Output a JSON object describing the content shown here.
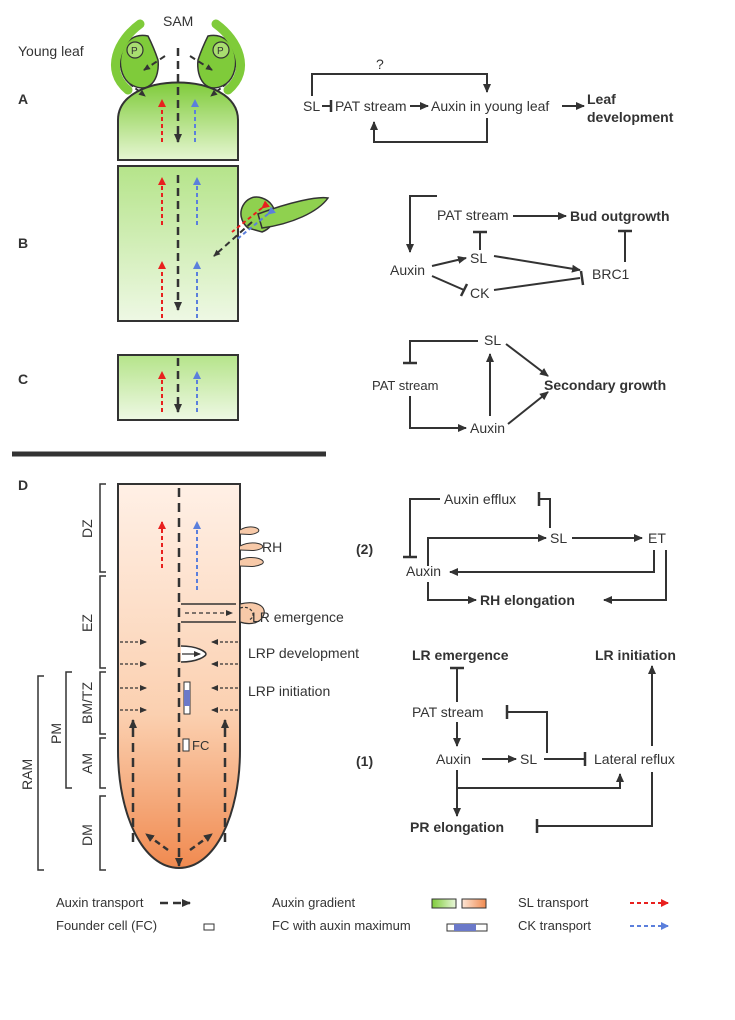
{
  "panel_labels": {
    "a": "A",
    "b": "B",
    "c": "C",
    "d": "D"
  },
  "shoot": {
    "sam": "SAM",
    "young_leaf": "Young leaf",
    "primordium": "P"
  },
  "panel_a": {
    "question": "?",
    "sl": "SL",
    "pat": "PAT stream",
    "auxin_leaf": "Auxin in young leaf",
    "out_line1": "Leaf",
    "out_line2": "development"
  },
  "panel_b": {
    "pat": "PAT stream",
    "bud": "Bud outgrowth",
    "auxin": "Auxin",
    "sl": "SL",
    "ck": "CK",
    "brc1": "BRC1"
  },
  "panel_c": {
    "sl": "SL",
    "pat": "PAT stream",
    "auxin": "Auxin",
    "secondary": "Secondary growth"
  },
  "root": {
    "zones": {
      "dz": "DZ",
      "ez": "EZ",
      "bmtz": "BM/TZ",
      "am": "AM",
      "dm": "DM",
      "pm": "PM",
      "ram": "RAM"
    },
    "rh": "RH",
    "lr_emergence": "LR emergence",
    "lrp_development": "LRP development",
    "lrp_initiation": "LRP initiation",
    "fc": "FC"
  },
  "network_2": {
    "num": "(2)",
    "efflux": "Auxin efflux",
    "sl": "SL",
    "et": "ET",
    "auxin": "Auxin",
    "rh": "RH elongation"
  },
  "network_1": {
    "num": "(1)",
    "lr_emergence": "LR emergence",
    "lr_initiation": "LR initiation",
    "pat": "PAT stream",
    "auxin": "Auxin",
    "sl": "SL",
    "reflux": "Lateral reflux",
    "pr": "PR elongation"
  },
  "legend": {
    "auxin_transport": "Auxin transport",
    "founder": "Founder cell (FC)",
    "gradient": "Auxin gradient",
    "fc_max": "FC with auxin maximum",
    "sl_transport": "SL transport",
    "ck_transport": "CK transport"
  },
  "colors": {
    "sl": "#e8201e",
    "ck": "#5b7fdc",
    "shoot_green": "#8fd14f",
    "root_orange": "#f4a878",
    "fc_blue": "#6b79c9",
    "line": "#333333"
  }
}
